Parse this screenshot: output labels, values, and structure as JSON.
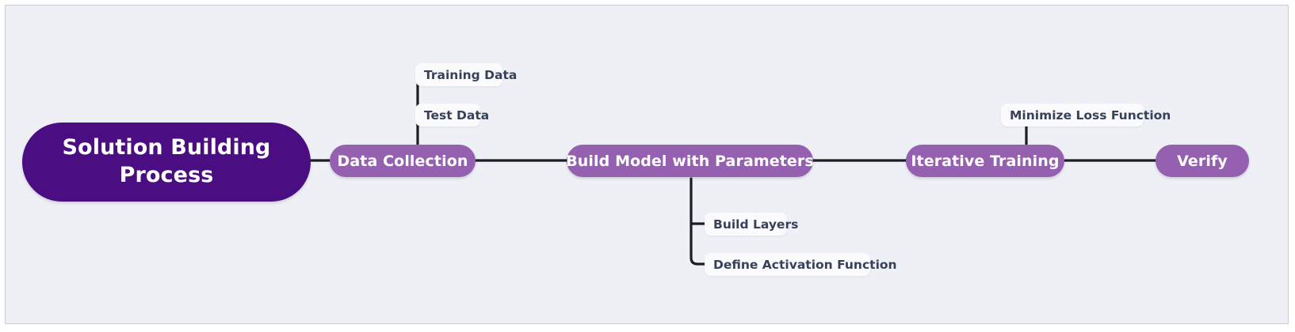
{
  "diagram": {
    "type": "mindmap",
    "background_color": "#eef0f5",
    "root_color": "#4b0d82",
    "branch_color": "#9560b0",
    "leaf_bg_color": "#fbfbfd",
    "leaf_text_color": "#36415a",
    "edge_color": "#1d1d24",
    "root": {
      "label": "Solution Building Process"
    },
    "branches": [
      {
        "label": "Data Collection",
        "children": [
          {
            "label": "Training Data"
          },
          {
            "label": "Test Data"
          }
        ]
      },
      {
        "label": "Build Model with Parameters",
        "children": [
          {
            "label": "Build Layers"
          },
          {
            "label": "Define Activation Function"
          }
        ]
      },
      {
        "label": "Iterative Training",
        "children": [
          {
            "label": "Minimize Loss Function"
          }
        ]
      },
      {
        "label": "Verify",
        "children": []
      }
    ]
  }
}
